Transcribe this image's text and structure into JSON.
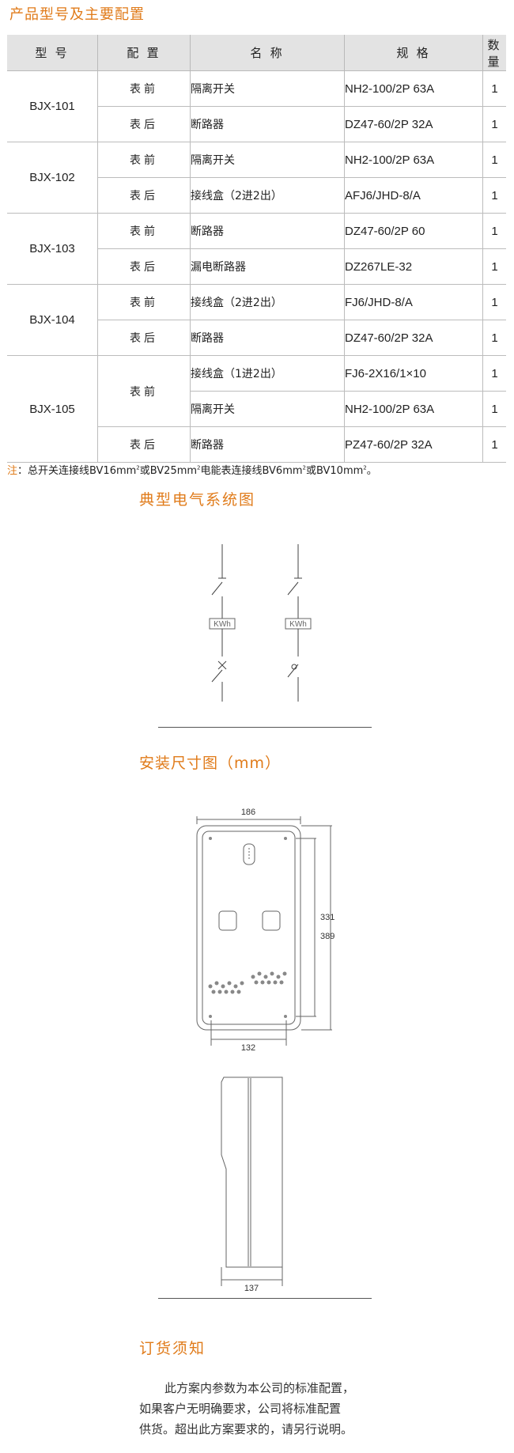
{
  "title": "产品型号及主要配置",
  "table": {
    "headers": [
      "型 号",
      "配 置",
      "名 称",
      "规 格",
      "数 量"
    ],
    "groups": [
      {
        "model": "BJX-101",
        "rows": [
          {
            "config": "表前",
            "name": "隔离开关",
            "spec": "NH2-100/2P 63A",
            "qty": "1"
          },
          {
            "config": "表后",
            "name": "断路器",
            "spec": "DZ47-60/2P 32A",
            "qty": "1"
          }
        ]
      },
      {
        "model": "BJX-102",
        "rows": [
          {
            "config": "表前",
            "name": "隔离开关",
            "spec": "NH2-100/2P 63A",
            "qty": "1"
          },
          {
            "config": "表后",
            "name": "接线盒（2进2出）",
            "spec": "AFJ6/JHD-8/A",
            "qty": "1"
          }
        ]
      },
      {
        "model": "BJX-103",
        "rows": [
          {
            "config": "表前",
            "name": "断路器",
            "spec": "DZ47-60/2P 60",
            "qty": "1"
          },
          {
            "config": "表后",
            "name": "漏电断路器",
            "spec": "DZ267LE-32",
            "qty": "1"
          }
        ]
      },
      {
        "model": "BJX-104",
        "rows": [
          {
            "config": "表前",
            "name": "接线盒（2进2出）",
            "spec": "FJ6/JHD-8/A",
            "qty": "1"
          },
          {
            "config": "表后",
            "name": "断路器",
            "spec": "DZ47-60/2P 32A",
            "qty": "1"
          }
        ]
      },
      {
        "model": "BJX-105",
        "rows": [
          {
            "config": "表前",
            "name": "接线盒（1进2出）",
            "spec": "FJ6-2X16/1×10",
            "qty": "1"
          },
          {
            "config": "",
            "name": "隔离开关",
            "spec": "NH2-100/2P 63A",
            "qty": "1"
          },
          {
            "config": "表后",
            "name": "断路器",
            "spec": "PZ47-60/2P 32A",
            "qty": "1"
          }
        ]
      }
    ]
  },
  "footnote": {
    "label": "注",
    "parts": [
      "：总开关连接线BV16mm",
      "或BV25mm",
      "电能表连接线BV6mm",
      "或BV10mm",
      "。"
    ],
    "superscript": "2"
  },
  "electric": {
    "title": "典型电气系统图",
    "meter_label": "KWh"
  },
  "dimension": {
    "title": "安装尺寸图（mm）",
    "width_label": "186",
    "inner_height_label": "331",
    "outer_height_label": "389",
    "bottom_label": "132",
    "depth_label": "137"
  },
  "order": {
    "title": "订货须知",
    "lines": [
      "此方案内参数为本公司的标准配置，",
      "如果客户无明确要求，公司将标准配置",
      "供货。超出此方案要求的，请另行说明。"
    ]
  }
}
